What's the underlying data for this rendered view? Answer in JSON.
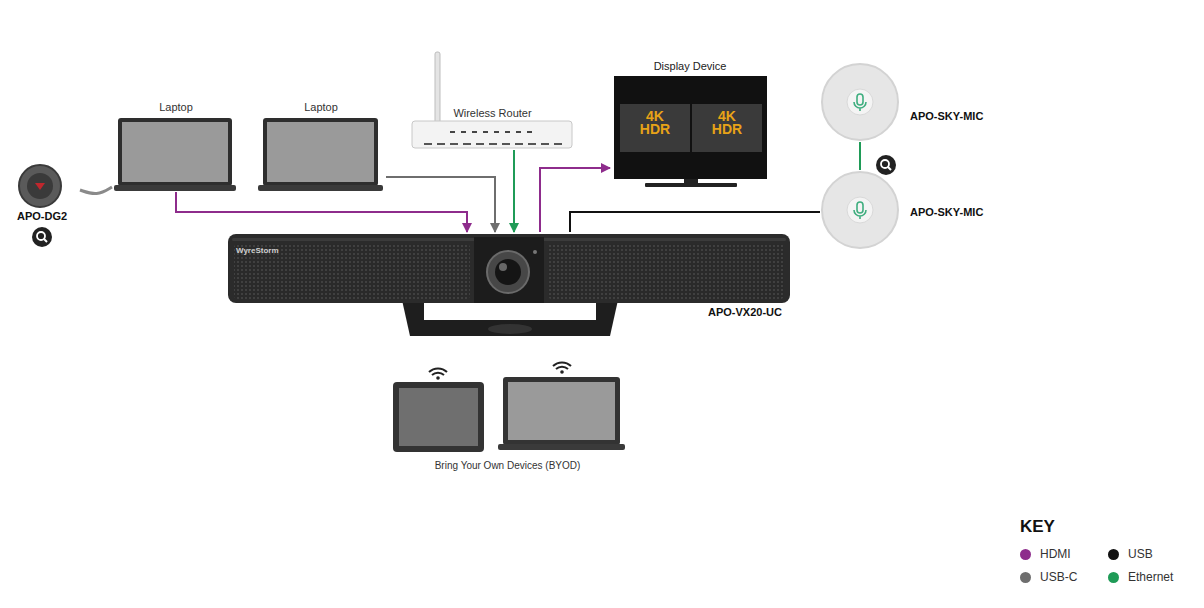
{
  "diagram": {
    "nodes": [
      {
        "text": [
          "APO-DG2"
        ]
      },
      {
        "text": [
          "Laptop"
        ]
      },
      {
        "text": [
          "Laptop"
        ]
      },
      {
        "text": [
          "Wireless Router"
        ]
      },
      {
        "text": [
          "Display Device",
          "4K HDR",
          "4K HDR"
        ]
      },
      {
        "text": [
          "APO-SKY-MIC"
        ]
      },
      {
        "text": [
          "APO-SKY-MIC"
        ]
      },
      {
        "text": [
          "APO-VX20-UC",
          "WyreStorm"
        ]
      },
      {
        "text": [
          "Bring Your Own Devices (BYOD)"
        ]
      }
    ],
    "edges": [
      {
        "from": 0,
        "to": 1,
        "arrow": "none"
      },
      {
        "from": 1,
        "to": 7,
        "arrow": "to"
      },
      {
        "from": 2,
        "to": 7,
        "arrow": "to"
      },
      {
        "from": 3,
        "to": 7,
        "arrow": "to"
      },
      {
        "from": 7,
        "to": 4,
        "arrow": "to"
      },
      {
        "from": 5,
        "to": 6,
        "arrow": "none"
      },
      {
        "from": 6,
        "to": 7,
        "arrow": "none"
      }
    ],
    "labels": [
      "KEY"
    ],
    "legend": [
      {
        "text": "HDMI",
        "color": "#8e2c8c"
      },
      {
        "text": "USB",
        "color": "#111111"
      },
      {
        "text": "USB-C",
        "color": "#6e6e6e"
      },
      {
        "text": "Ethernet",
        "color": "#1f9b57"
      }
    ]
  }
}
